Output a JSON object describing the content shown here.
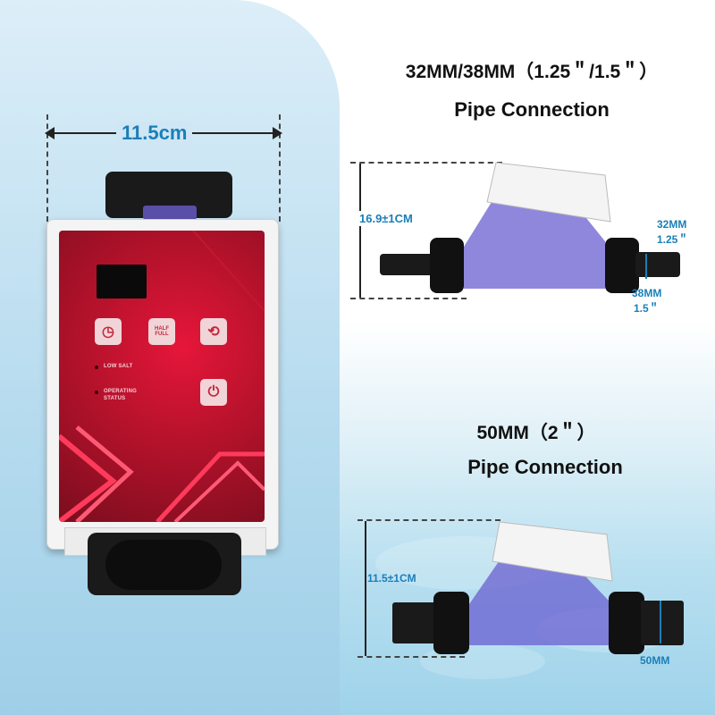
{
  "left": {
    "width_label": "11.5cm",
    "panel": {
      "low_salt": "LOW SALT",
      "operating": "OPERATING",
      "status": "STATUS",
      "half_full_line1": "HALF",
      "half_full_line2": "FULL"
    }
  },
  "top_section": {
    "title_line1": "32MM/38MM（1.25＂/1.5＂）",
    "title_line2": "Pipe Connection",
    "height_label": "16.9±1CM",
    "right_label_top1": "32MM",
    "right_label_top2": "1.25＂",
    "right_label_bottom1": "38MM",
    "right_label_bottom2": "1.5＂"
  },
  "bottom_section": {
    "title_line1": "50MM（2＂）",
    "title_line2": "Pipe Connection",
    "height_label": "11.5±1CM",
    "right_label": "50MM"
  }
}
